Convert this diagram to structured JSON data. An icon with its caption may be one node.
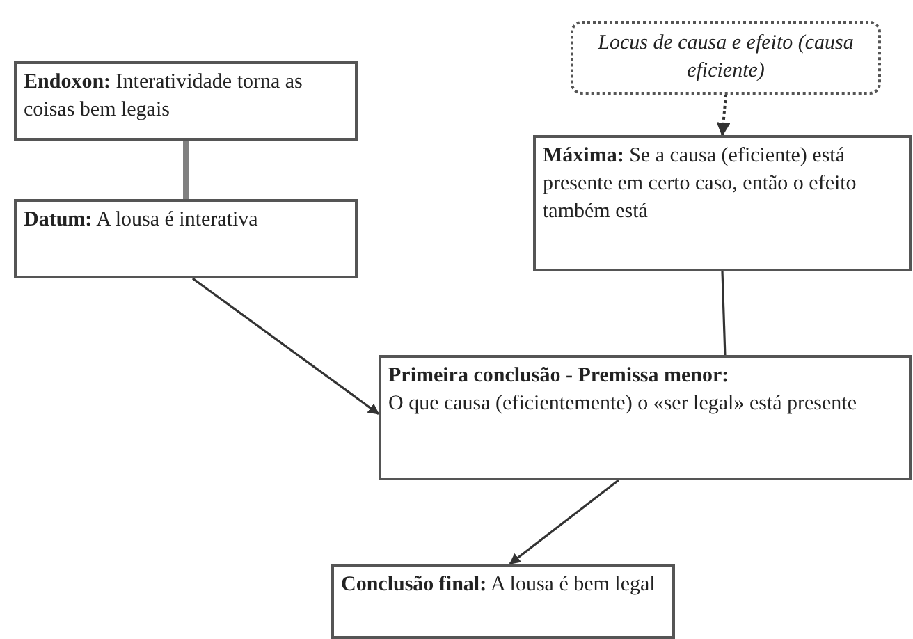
{
  "diagram": {
    "nodes": [
      {
        "text": [
          "**Endoxon:** Interatividade torna as coisas bem legais"
        ]
      },
      {
        "text": [
          "**Datum:** A lousa é interativa"
        ]
      },
      {
        "text": [
          "Locus de causa e efeito (causa eficiente)"
        ]
      },
      {
        "text": [
          "**Máxima:** Se a causa (eficiente) está presente em certo caso, então o efeito também está"
        ]
      },
      {
        "text": [
          "Primeira conclusão - Premissa menor:",
          "O que causa (eficientemente) o «ser legal» está presente"
        ]
      },
      {
        "text": [
          "**Conclusão final:** A lousa é bem legal"
        ]
      }
    ],
    "edges": [
      {
        "from": 0,
        "to": 1,
        "arrow": "none",
        "style": "thick",
        "color": "#808080"
      },
      {
        "from": 1,
        "to": 4,
        "arrow": "to"
      },
      {
        "from": 2,
        "to": 3,
        "arrow": "to",
        "style": "dashed"
      },
      {
        "from": 3,
        "to": 4,
        "arrow": "none"
      },
      {
        "from": 4,
        "to": 5,
        "arrow": "to"
      }
    ]
  }
}
